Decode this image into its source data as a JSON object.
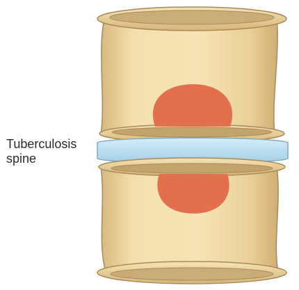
{
  "label": {
    "line1": "Tuberculosis",
    "line2": "spine"
  },
  "colors": {
    "bone": "#f1dba8",
    "bone_shadow": "#d9bb7f",
    "bone_outline": "#a78a58",
    "endplate": "#c7ab78",
    "disc": "#bfe0f0",
    "disc_outline": "#7fa9c0",
    "lesion": "#e2704d"
  },
  "icons": [
    "upper-vertebra",
    "intervertebral-disc",
    "lower-vertebra",
    "tuberculous-lesion"
  ]
}
